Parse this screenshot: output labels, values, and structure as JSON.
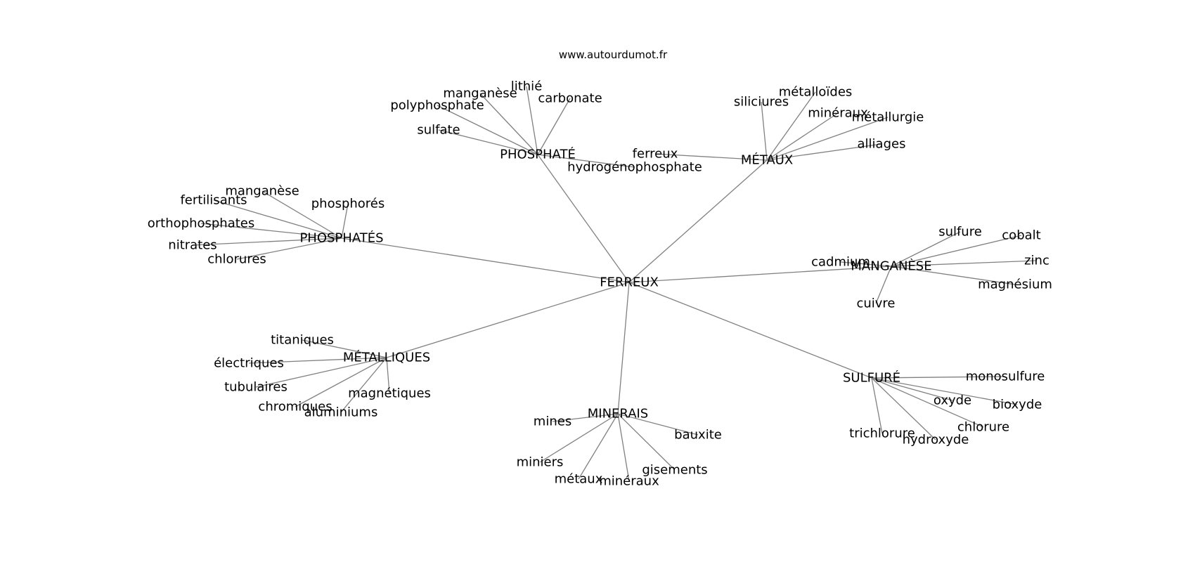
{
  "header": {
    "site": "www.autourdumot.fr"
  },
  "graph": {
    "center": {
      "id": "c",
      "label": "FERREUX"
    },
    "hubs": [
      {
        "id": "h0",
        "label": "PHOSPHATÉ",
        "leaves": [
          "lithié",
          "manganèse",
          "carbonate",
          "polyphosphate",
          "sulfate",
          "hydrogénophosphate"
        ]
      },
      {
        "id": "h1",
        "label": "MÉTAUX",
        "leaves": [
          "métalloïdes",
          "siliciures",
          "minéraux",
          "métallurgie",
          "alliages",
          "ferreux"
        ]
      },
      {
        "id": "h2",
        "label": "PHOSPHATÉS",
        "leaves": [
          "manganèse",
          "fertilisants",
          "phosphorés",
          "orthophosphates",
          "nitrates",
          "chlorures"
        ]
      },
      {
        "id": "h3",
        "label": "MANGANÈSE",
        "leaves": [
          "sulfure",
          "cobalt",
          "cadmium",
          "zinc",
          "magnésium",
          "cuivre"
        ]
      },
      {
        "id": "h4",
        "label": "MÉTALLIQUES",
        "leaves": [
          "titaniques",
          "électriques",
          "tubulaires",
          "magnétiques",
          "chromiques",
          "aluminiums"
        ]
      },
      {
        "id": "h5",
        "label": "SULFURÉ",
        "leaves": [
          "monosulfure",
          "oxyde",
          "bioxyde",
          "chlorure",
          "trichlorure",
          "hydroxyde"
        ]
      },
      {
        "id": "h6",
        "label": "MINERAIS",
        "leaves": [
          "mines",
          "bauxite",
          "miniers",
          "gisements",
          "métaux",
          "minéraux"
        ]
      }
    ]
  }
}
